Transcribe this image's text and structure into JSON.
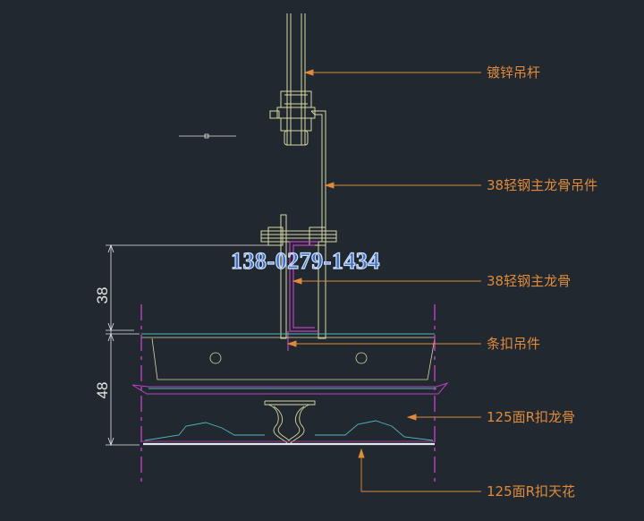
{
  "labels": {
    "hanger_rod": "镀锌吊杆",
    "main_keel_hanger": "38轻钢主龙骨吊件",
    "main_keel": "38轻钢主龙骨",
    "strip_hanger": "条扣吊件",
    "r_keel": "125面R扣龙骨",
    "r_ceiling": "125面R扣天花"
  },
  "dimensions": {
    "upper": "38",
    "lower": "48"
  },
  "watermark": "138-0279-1434",
  "colors": {
    "background": "#212830",
    "leader": "#e08a3a",
    "steel": "#d8d8a0",
    "magenta": "#c040c0",
    "cyan": "#4fb8b8",
    "white": "#e6e6e6"
  }
}
